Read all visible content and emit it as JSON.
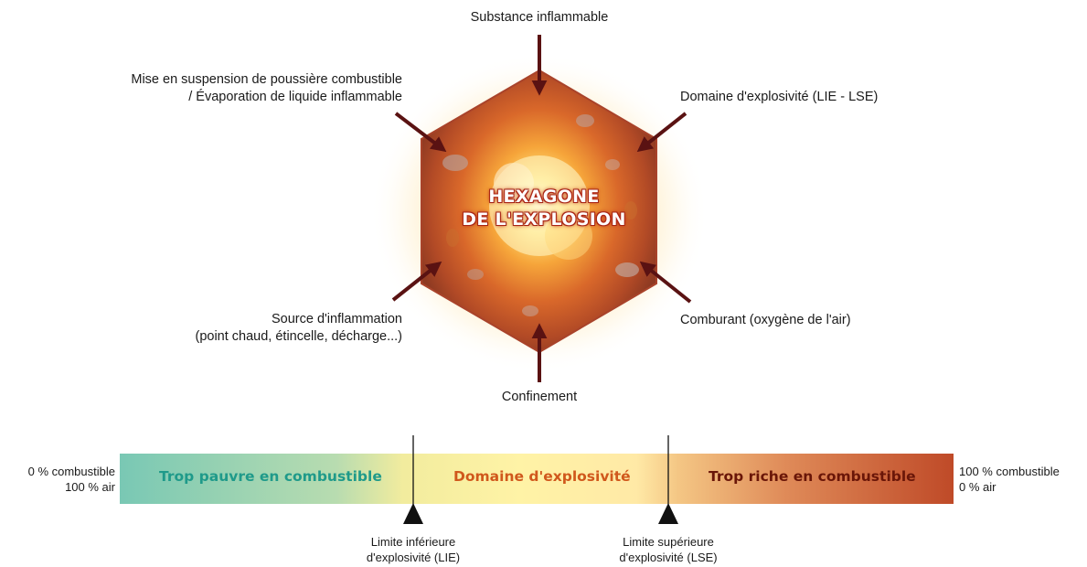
{
  "hexagon": {
    "title_line1": "HEXAGONE",
    "title_line2": "DE L'EXPLOSION"
  },
  "factors": {
    "top": "Substance inflammable",
    "top_right": "Domaine d'explosivité (LIE - LSE)",
    "bottom_right": "Comburant (oxygène de l'air)",
    "bottom": "Confinement",
    "bottom_left_line1": "Source d'inflammation",
    "bottom_left_line2": "(point chaud, étincelle, décharge...)",
    "top_left_line1": "Mise en suspension de poussière combustible",
    "top_left_line2": "/ Évaporation de liquide inflammable"
  },
  "scale": {
    "left_end_line1": "0 % combustible",
    "left_end_line2": "100 % air",
    "right_end_line1": "100 % combustible",
    "right_end_line2": "0 % air",
    "zone_lean": "Trop pauvre en combustible",
    "zone_explosive": "Domaine d'explosivité",
    "zone_rich": "Trop riche en combustible",
    "lie_line1": "Limite inférieure",
    "lie_line2": "d'explosivité (LIE)",
    "lse_line1": "Limite supérieure",
    "lse_line2": "d'explosivité (LSE)"
  },
  "colors": {
    "arrow": "#5a1212",
    "lean": "#1f9a8a",
    "explosive": "#d0581c",
    "rich": "#6a1608"
  }
}
